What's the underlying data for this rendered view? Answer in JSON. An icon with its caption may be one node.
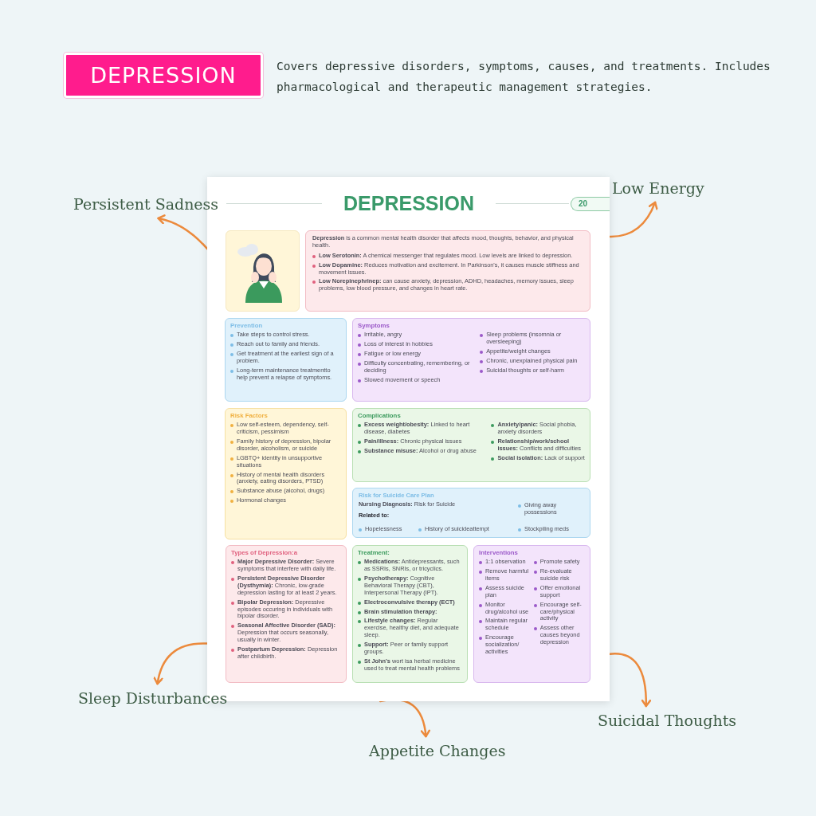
{
  "diagram": {
    "nodes": [
      {
        "text": [
          "DEPRESSION"
        ]
      },
      {
        "text": [
          "DEPRESSION",
          "20"
        ]
      },
      {
        "text": [],
        "shape": "picture",
        "in": 1
      },
      {
        "text": [
          "**Depression** is a common mental health disorder that affects mood, thoughts, behavior, and physical health.",
          "**Low Serotonin:** A chemical messenger that regulates mood. Low levels are linked to depression.",
          "**Low Dopamine:** Reduces motivation and excitement. In Parkinson's, it causes muscle stiffness and movement issues.",
          "**Low Norepinephrinep:** can cause anxiety, depression, ADHD, headaches, memory issues, sleep problems, low blood pressure, and changes in heart rate."
        ],
        "in": 1
      },
      {
        "text": [
          "Prevention",
          "Take steps to control stress.",
          "Reach out to family and friends.",
          "Get treatment at the earliest sign of a problem.",
          "Long-term maintenance treatmentto help prevent a relapse of symptoms."
        ],
        "in": 1
      },
      {
        "text": [
          "Symptoms",
          "Irritable, angry",
          "Loss of interest in hobbies",
          "Fatigue or low energy",
          "Difficulty concentrating, remembering, or deciding",
          "Slowed movement or speech",
          "Sleep problems (insomnia or oversleeping)",
          "Appetite/weight changes",
          "Chronic, unexplained physical pain",
          "Suicidal thoughts or self-harm"
        ],
        "in": 1
      },
      {
        "text": [
          "Risk Factors",
          "Low self-esteem, dependency, self-criticism, pessimism",
          "Family history of depression, bipolar disorder, alcoholism, or suicide",
          "LGBTQ+ identity in unsupportive situations",
          "History of mental health disorders (anxiety, eating disorders, PTSD)",
          "Substance abuse (alcohol, drugs)",
          "Hormonal changes"
        ],
        "in": 1
      },
      {
        "text": [
          "Complications",
          "**Excess weight/obesity:** Linked to heart disease, diabetes",
          "**Pain/illness:** Chronic physical issues",
          "**Substance misuse:** Alcohol or drug abuse",
          "**Anxiety/panic:** Social phobia, anxiety disorders",
          "**Relationship/work/school issues:** Conflicts and difficulties",
          "**Social isolation:** Lack of support"
        ],
        "in": 1
      },
      {
        "text": [
          "Risk for Suicide Care Plan",
          "**Nursing Diagnosis:** Risk for Suicide",
          "Giving away possessions",
          "Related to:",
          "Hopelessness",
          "History of suicideattempt",
          "Stockpiling meds"
        ],
        "in": 1
      },
      {
        "text": [
          "Types of Depression:a",
          "**Major Depressive Disorder:** Severe symptoms that interfere with daily life.",
          "**Persistent Depressive Disorder (Dysthymia):** Chronic, low-grade depression lasting for at least 2 years.",
          "**Bipolar Depression:** Depressive episodes occuring in individuals with bipolar disorder.",
          "**Seasonal Affective Disorder (SAD):** Depression that occurs seasonally, usually in winter.",
          "**Postpartum Depression:** Depression after childbirth."
        ],
        "in": 1
      },
      {
        "text": [
          "Treatment:",
          "**Medications:** Antidepressants, such as SSRIs, SNRIs, or tricyclics.",
          "**Psychotherapy:** Cognitive Behavioral Therapy (CBT), Interpersonal Therapy (IPT).",
          "**Electroconvulsive therapy (ECT)**",
          "**Brain stimulation therapy:**",
          "**Lifestyle changes:** Regular exercise, healthy diet, and adequate sleep.",
          "**Support:** Peer or family support groups.",
          "**St John's** wort isa herbal medicine used to treat mental health problems"
        ],
        "in": 1
      },
      {
        "text": [
          "Interventions",
          "1:1 observation",
          "Remove harmful items",
          "Assess suicide plan",
          "Monitor drug/alcohol use",
          "Maintain regular schedule",
          "Encourage socialization/ activities",
          "Promote safety",
          "Re-evaluate suicide risk",
          "Offer emotional support",
          "Encourage self-care/physical activity",
          "Assess other causes beyond depression"
        ],
        "in": 1
      },
      {
        "text": [
          "Persistent Sadness"
        ]
      },
      {
        "text": [
          "Low Energy"
        ]
      },
      {
        "text": [
          "Sleep Disturbances"
        ]
      },
      {
        "text": [
          "Suicidal Thoughts"
        ]
      },
      {
        "text": [
          "Appetite Changes"
        ]
      }
    ],
    "edges": [
      {
        "from": 1,
        "to": 12,
        "arrow": "to"
      },
      {
        "from": 1,
        "to": 13,
        "arrow": "to"
      },
      {
        "from": 1,
        "to": 14,
        "arrow": "to"
      },
      {
        "from": 1,
        "to": 16,
        "arrow": "to"
      },
      {
        "from": 1,
        "to": 15,
        "arrow": "to"
      }
    ],
    "labels": [
      "Covers depressive disorders, symptoms, causes, and treatments. Includes pharmacological and therapeutic management strategies."
    ]
  }
}
